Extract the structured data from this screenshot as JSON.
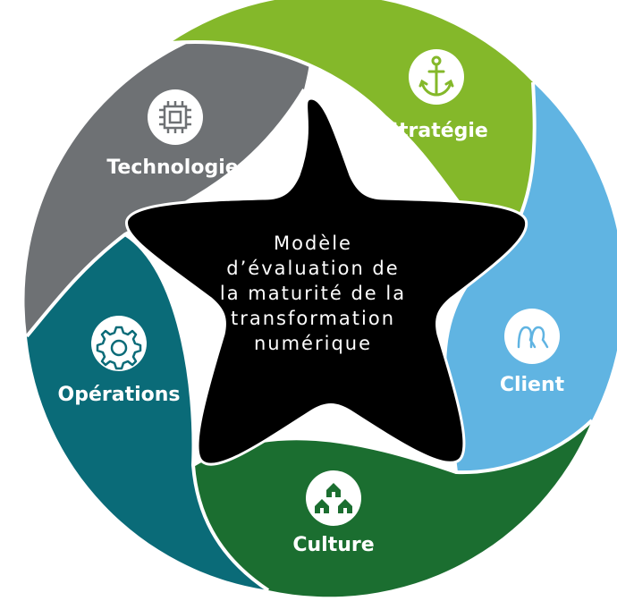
{
  "center": {
    "lines": [
      "Modèle",
      "d’évaluation de",
      "la maturité de la",
      "transformation",
      "numérique"
    ],
    "background": "#000000"
  },
  "segments": [
    {
      "key": "strategie",
      "label": "Stratégie",
      "icon": "anchor-icon",
      "color": "#84b82a"
    },
    {
      "key": "client",
      "label": "Client",
      "icon": "people-icon",
      "color": "#60b4e2"
    },
    {
      "key": "culture",
      "label": "Culture",
      "icon": "houses-icon",
      "color": "#1b6e30"
    },
    {
      "key": "operations",
      "label": "Opérations",
      "icon": "gear-icon",
      "color": "#0a6b78"
    },
    {
      "key": "technologie",
      "label": "Technologie",
      "icon": "chip-icon",
      "color": "#6e7174"
    }
  ]
}
